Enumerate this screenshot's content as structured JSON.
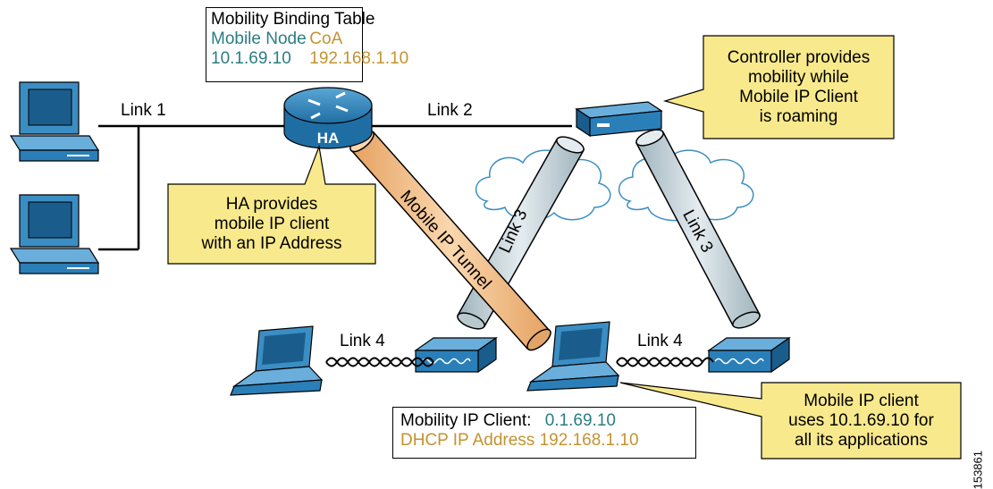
{
  "binding_table": {
    "title": "Mobility Binding Table",
    "col_mobile_node": "Mobile Node",
    "col_coa": "CoA",
    "val_mobile_node": "10.1.69.10",
    "val_coa": "192.168.1.10"
  },
  "callouts": {
    "controller": [
      "Controller provides",
      "mobility while",
      "Mobile IP Client",
      "is roaming"
    ],
    "ha": [
      "HA provides",
      "mobile IP client",
      "with an IP Address"
    ],
    "client": [
      "Mobile IP client",
      "uses 10.1.69.10 for",
      "all its applications"
    ]
  },
  "client_box": {
    "line1_label": "Mobility IP Client:",
    "line1_value": "0.1.69.10",
    "line2": "DHCP IP Address 192.168.1.10"
  },
  "links": {
    "link1": "Link 1",
    "link2": "Link 2",
    "link3_left": "Link 3",
    "link3_right": "Link 3",
    "link4_left": "Link 4",
    "link4_right": "Link 4"
  },
  "router_label": "HA",
  "tunnel_label": "Mobile IP Tunnel",
  "figure_id": "153861",
  "colors": {
    "callout_fill": "#f8e98c",
    "teal": "#2b7d84",
    "gold": "#c39330",
    "device_blue": "#2a7fb8",
    "tunnel_orange": "#f4c08a",
    "pipe_gray": "#c9d6dc"
  }
}
